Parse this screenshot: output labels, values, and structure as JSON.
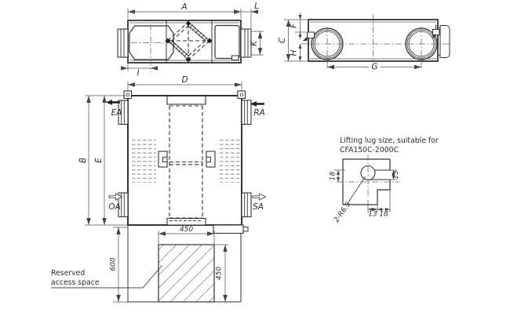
{
  "drawing": {
    "top_view": {
      "dim_a": "A",
      "dim_l": "L",
      "dim_k": "K",
      "dim_i": "I"
    },
    "side_view": {
      "dim_c": "C",
      "dim_f": "F",
      "dim_h": "H",
      "dim_g": "G"
    },
    "front_view": {
      "dim_d": "D",
      "dim_b": "B",
      "dim_e": "E",
      "port_ea": "EA",
      "port_ra": "RA",
      "port_oa": "OA",
      "port_sa": "SA"
    },
    "access_space": {
      "width": "450",
      "depth": "450",
      "clearance": "600",
      "note_line1": "Reserved",
      "note_line2": "access space"
    },
    "lug_detail": {
      "title_line1": "Lifting lug size, suitable for",
      "title_line2": "CFA150C-2000C",
      "dim_left": "18",
      "dim_right": "13",
      "dim_bottom_inner": "13",
      "dim_bottom_outer": "18",
      "radius_note": "2-R6.5"
    }
  },
  "colors": {
    "background": "#ffffff",
    "object_line": "#333333",
    "dimension_line": "#555555",
    "filter_hatch": "#98989a"
  }
}
